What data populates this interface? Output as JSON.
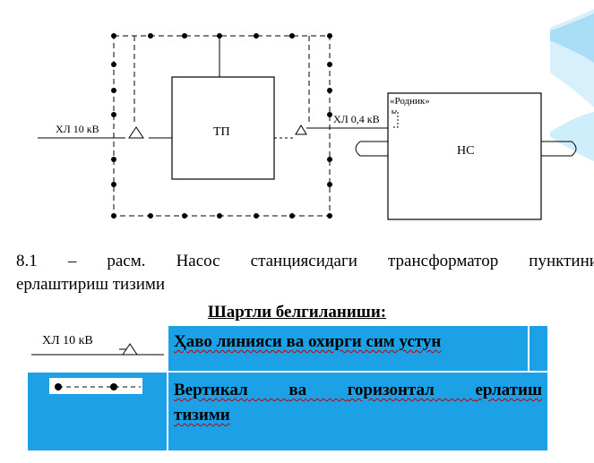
{
  "diagram": {
    "line_hv_label": "ХЛ 10 кВ",
    "tp_label": "ТП",
    "line_lv_label": "ХЛ 0,4 кВ",
    "rodnik_label": "«Родник»",
    "ns_label": "НС"
  },
  "caption": {
    "line1_words": [
      "8.1",
      "–",
      "расм.",
      "Насос",
      "станциясидаги",
      "трансформатор",
      "пунктини"
    ],
    "line2": "ерлаштириш тизими"
  },
  "legend": {
    "title": "Шартли белгиланиши:",
    "rows": [
      {
        "symbol_label": "ХЛ 10 кВ",
        "description": "Ҳаво линияси ва охирги сим устун"
      },
      {
        "symbol_label": "",
        "description_line1_words": [
          "Вертикал",
          "ва",
          "горизонтал",
          "ерлатиш"
        ],
        "description_line2": "тизими"
      }
    ]
  },
  "colors": {
    "table_bg": "#1da1e6",
    "swoosh": "#bfe6fa"
  }
}
